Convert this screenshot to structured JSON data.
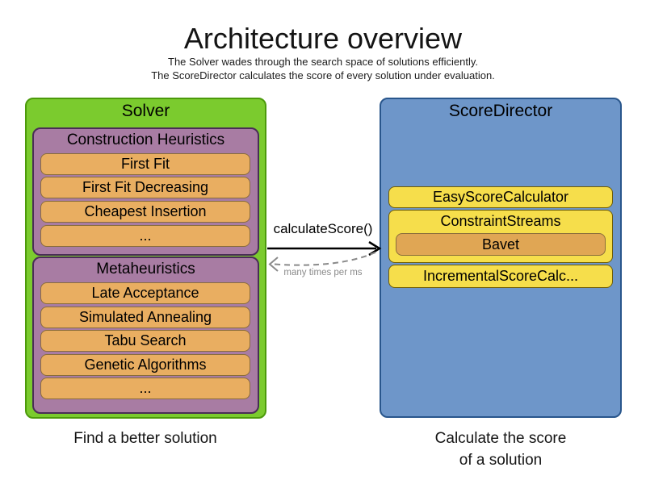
{
  "header": {
    "title": "Architecture overview",
    "subtitle_line1": "The Solver wades through the search space of solutions efficiently.",
    "subtitle_line2": "The ScoreDirector calculates the score of every solution under evaluation."
  },
  "solver": {
    "title": "Solver",
    "caption": "Find a better solution",
    "construction_heuristics": {
      "title": "Construction Heuristics",
      "items": [
        "First Fit",
        "First Fit Decreasing",
        "Cheapest Insertion",
        "..."
      ]
    },
    "metaheuristics": {
      "title": "Metaheuristics",
      "items": [
        "Late Acceptance",
        "Simulated Annealing",
        "Tabu Search",
        "Genetic Algorithms",
        "..."
      ]
    }
  },
  "score_director": {
    "title": "ScoreDirector",
    "caption_line1": "Calculate the score",
    "caption_line2": "of a solution",
    "easy_score_calculator": "EasyScoreCalculator",
    "constraint_streams": {
      "title": "ConstraintStreams",
      "sub_item": "Bavet"
    },
    "incremental": "IncrementalScoreCalc..."
  },
  "interaction": {
    "call_label": "calculateScore()",
    "return_label": "many times per ms"
  },
  "colors": {
    "solver_fill": "#7bcb2e",
    "solver_border": "#4c9a0b",
    "heuristic_group_fill": "#a87ca3",
    "heuristic_group_border": "#4a2d57",
    "heuristic_item_fill": "#e9ae61",
    "heuristic_item_border": "#8a6d3b",
    "score_director_fill": "#6e96c9",
    "score_director_border": "#29568c",
    "calculator_fill": "#f6de4b",
    "calculator_border": "#6e5c05",
    "bavet_fill": "#e0a654",
    "call_arrow": "#000000",
    "return_arrow": "#8a8a8a"
  }
}
